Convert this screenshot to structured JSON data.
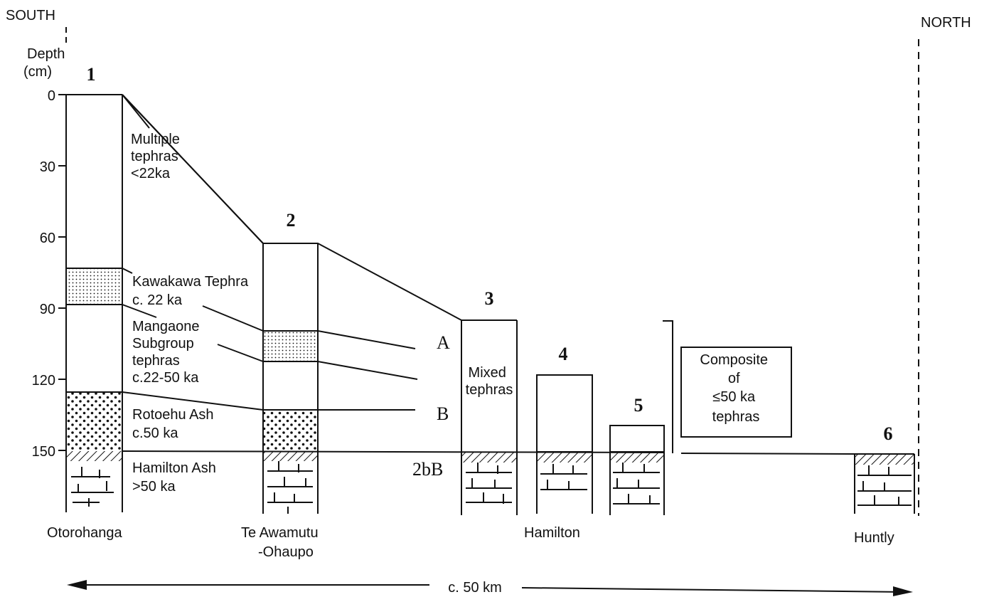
{
  "orientation": {
    "left": "SOUTH",
    "right": "NORTH"
  },
  "axis": {
    "title_line1": "Depth",
    "title_line2": "(cm)",
    "ticks": [
      "0",
      "30",
      "60",
      "90",
      "120",
      "150"
    ]
  },
  "sections": [
    {
      "number": "1",
      "location_line1": "Otorohanga",
      "location_line2": ""
    },
    {
      "number": "2",
      "location_line1": "Te Awamutu",
      "location_line2": "-Ohaupo"
    },
    {
      "number": "3",
      "location_line1": "",
      "location_line2": ""
    },
    {
      "number": "4",
      "location_line1": "Hamilton",
      "location_line2": ""
    },
    {
      "number": "5",
      "location_line1": "",
      "location_line2": ""
    },
    {
      "number": "6",
      "location_line1": "Huntly",
      "location_line2": ""
    }
  ],
  "units": [
    {
      "line1": "Multiple",
      "line2": "tephras",
      "line3": "<22ka"
    },
    {
      "line1": "Kawakawa Tephra",
      "line2": "c. 22 ka"
    },
    {
      "line1": "Mangaone",
      "line2": "Subgroup",
      "line3": "tephras",
      "line4": "c.22-50 ka"
    },
    {
      "line1": "Rotoehu Ash",
      "line2": "c.50 ka"
    },
    {
      "line1": "Hamilton Ash",
      "line2": ">50 ka"
    }
  ],
  "section3": {
    "marker_a": "A",
    "marker_b": "B",
    "horizon": "2bB",
    "mixed_line1": "Mixed",
    "mixed_line2": "tephras"
  },
  "composite": {
    "line1": "Composite",
    "line2": "of",
    "line3": "≤50 ka",
    "line4": "tephras"
  },
  "scale_bar": {
    "label": "c. 50 km"
  }
}
